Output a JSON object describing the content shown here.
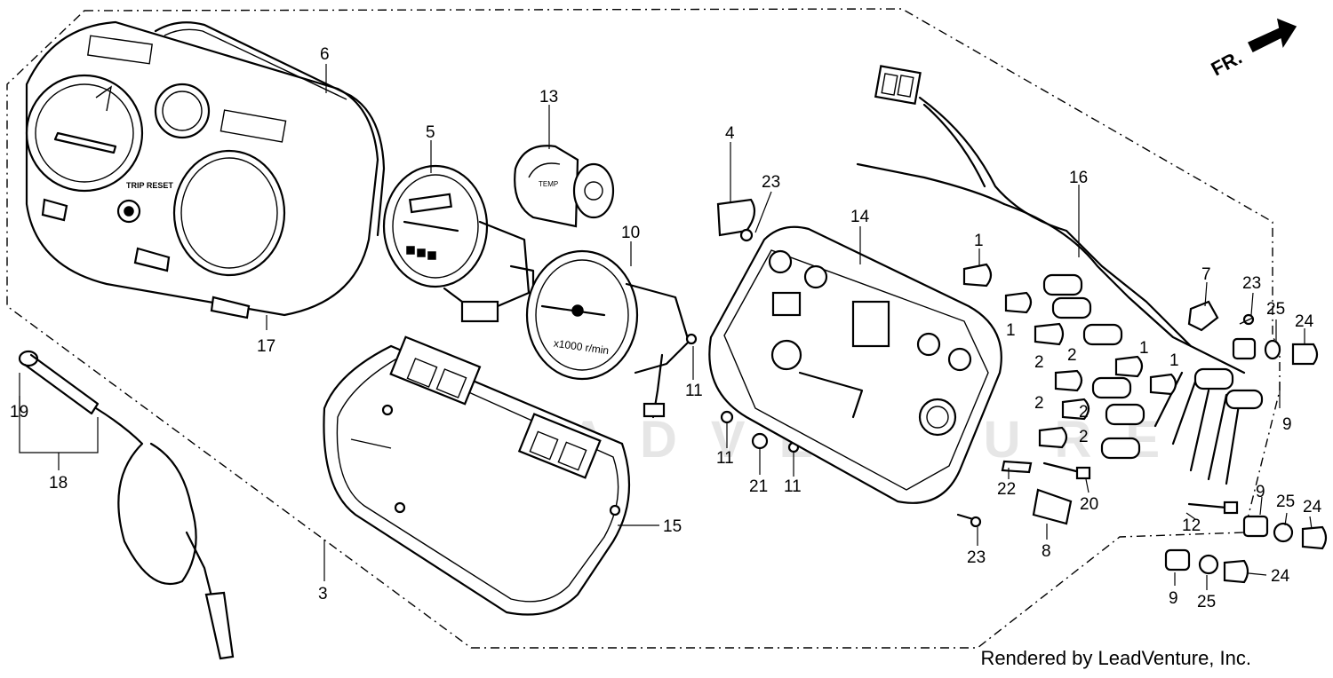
{
  "diagram": {
    "direction_label": "FR.",
    "watermark": "LEADVENTURE",
    "credit": "Rendered by LeadVenture, Inc.",
    "callouts": {
      "c1a": "1",
      "c1b": "1",
      "c1c": "1",
      "c1d": "1",
      "c2a": "2",
      "c2b": "2",
      "c2c": "2",
      "c2d": "2",
      "c2e": "2",
      "c3": "3",
      "c4": "4",
      "c5": "5",
      "c6": "6",
      "c7": "7",
      "c8": "8",
      "c9a": "9",
      "c9b": "9",
      "c9c": "9",
      "c10": "10",
      "c11a": "11",
      "c11b": "11",
      "c11c": "11",
      "c12": "12",
      "c13": "13",
      "c14": "14",
      "c15": "15",
      "c16": "16",
      "c17": "17",
      "c18": "18",
      "c19": "19",
      "c20": "20",
      "c21": "21",
      "c22": "22",
      "c23a": "23",
      "c23b": "23",
      "c23c": "23",
      "c24a": "24",
      "c24b": "24",
      "c24c": "24",
      "c25a": "25",
      "c25b": "25",
      "c25c": "25"
    },
    "part_markings": {
      "trip_reset": "TRIP RESET",
      "tach_scale": "x1000 r/min",
      "temp_gauge": "TEMP"
    }
  }
}
